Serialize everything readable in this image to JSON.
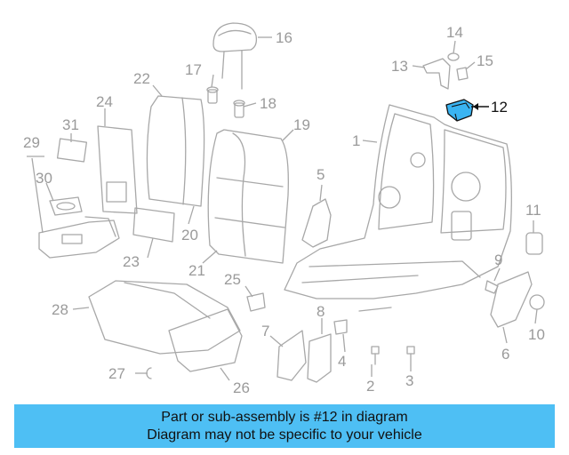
{
  "diagram": {
    "highlight_color": "#3ab4f2",
    "labels": [
      "1",
      "2",
      "3",
      "4",
      "5",
      "6",
      "7",
      "8",
      "9",
      "10",
      "11",
      "12",
      "13",
      "14",
      "15",
      "16",
      "17",
      "18",
      "19",
      "20",
      "21",
      "22",
      "23",
      "24",
      "25",
      "26",
      "27",
      "28",
      "29",
      "30",
      "31"
    ],
    "highlighted_part": "12"
  },
  "banner": {
    "line1": "Part or sub-assembly is #12 in diagram",
    "line2": "Diagram may not be specific to your vehicle",
    "color": "#4ebff4"
  }
}
